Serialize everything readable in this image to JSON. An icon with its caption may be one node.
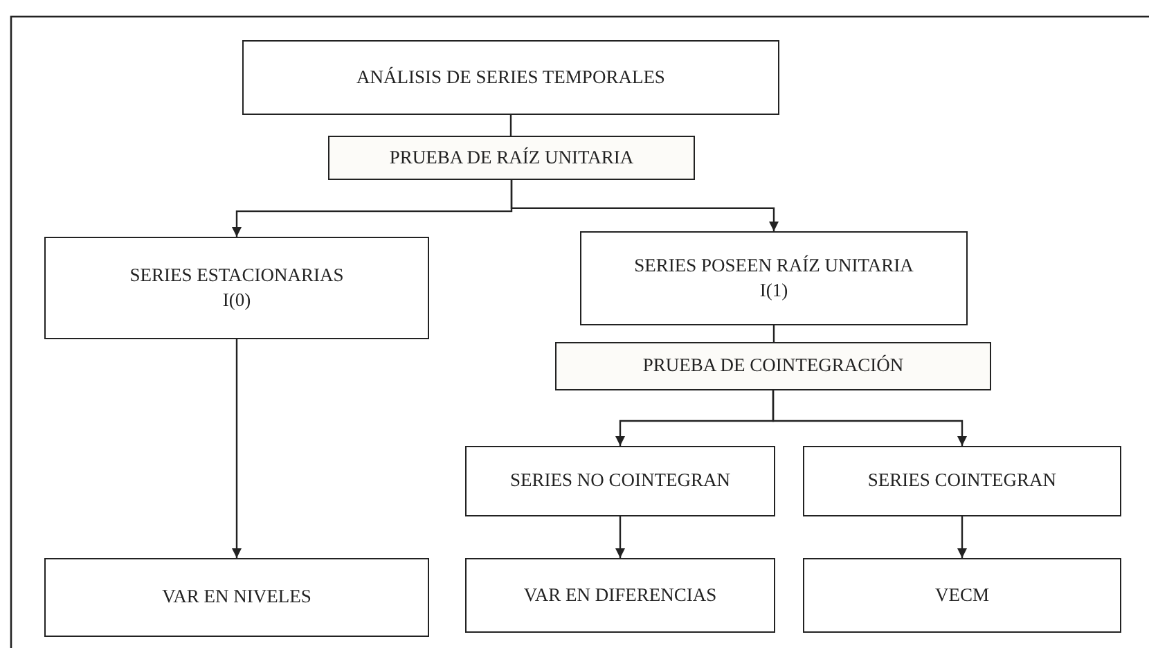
{
  "diagram": {
    "nodes": [
      {
        "text": [
          "ANÁLISIS DE SERIES TEMPORALES"
        ]
      },
      {
        "text": [
          "PRUEBA DE RAÍZ UNITARIA"
        ]
      },
      {
        "text": [
          "SERIES ESTACIONARIAS",
          "I(0)"
        ]
      },
      {
        "text": [
          "SERIES POSEEN RAÍZ UNITARIA",
          "I(1)"
        ]
      },
      {
        "text": [
          "PRUEBA DE COINTEGRACIÓN"
        ]
      },
      {
        "text": [
          "SERIES NO COINTEGRAN"
        ]
      },
      {
        "text": [
          "SERIES COINTEGRAN"
        ]
      },
      {
        "text": [
          "VAR EN NIVELES"
        ]
      },
      {
        "text": [
          "VAR EN DIFERENCIAS"
        ]
      },
      {
        "text": [
          "VECM"
        ]
      }
    ],
    "edges": [
      {
        "from": 0,
        "to": 1,
        "arrow": "none"
      },
      {
        "from": 1,
        "to": 2,
        "arrow": "to"
      },
      {
        "from": 1,
        "to": 3,
        "arrow": "to"
      },
      {
        "from": 2,
        "to": 7,
        "arrow": "to"
      },
      {
        "from": 3,
        "to": 4,
        "arrow": "none"
      },
      {
        "from": 4,
        "to": 5,
        "arrow": "to"
      },
      {
        "from": 4,
        "to": 6,
        "arrow": "to"
      },
      {
        "from": 5,
        "to": 8,
        "arrow": "to"
      },
      {
        "from": 6,
        "to": 9,
        "arrow": "to"
      }
    ]
  }
}
